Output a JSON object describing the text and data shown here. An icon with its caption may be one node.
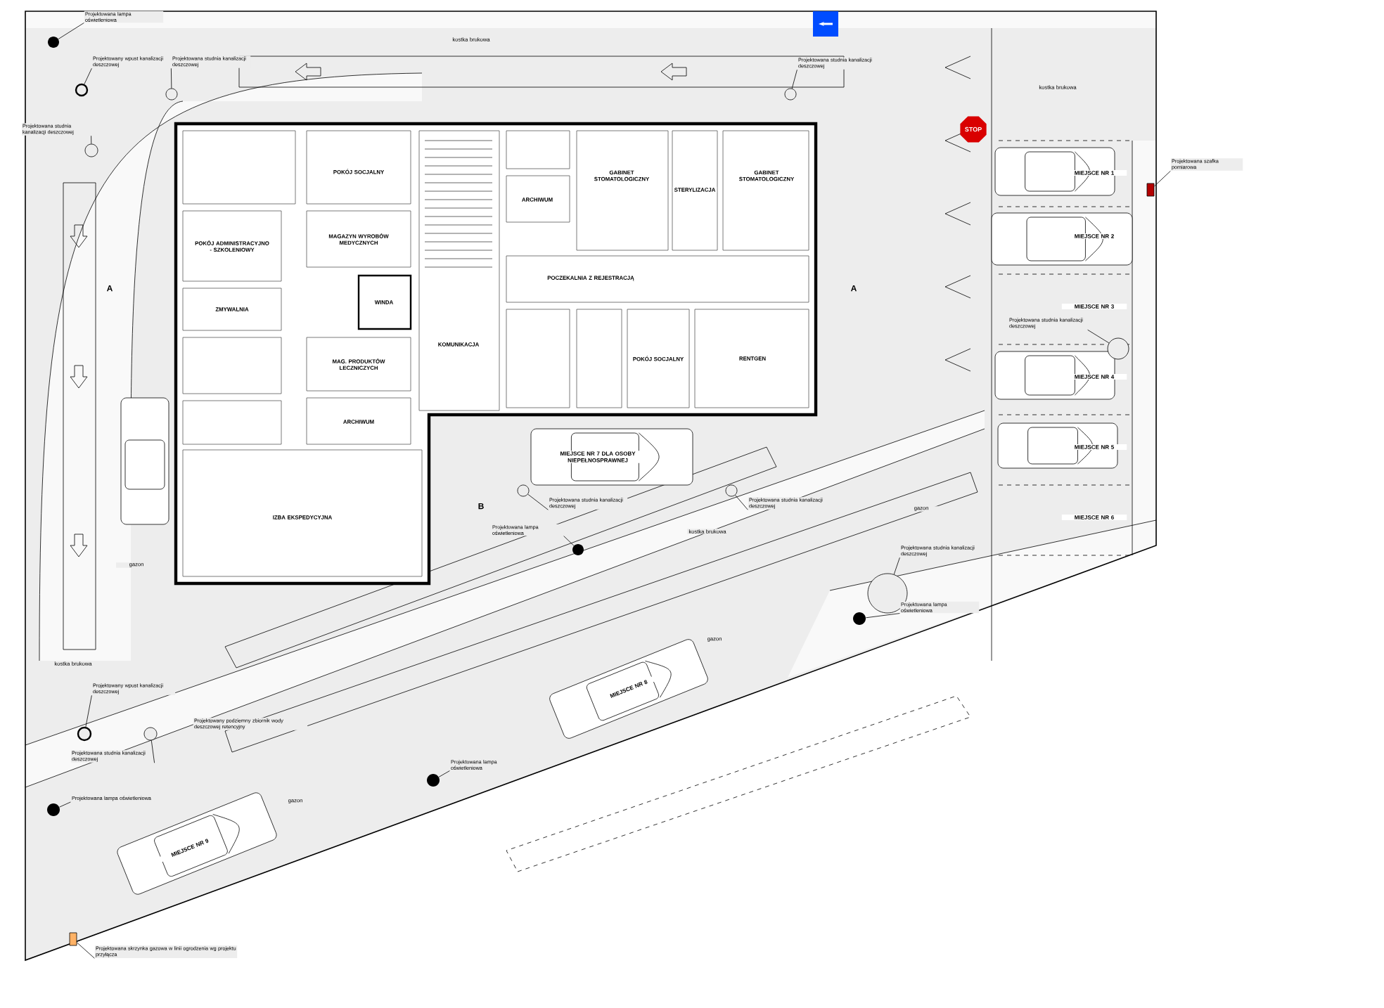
{
  "diagram": {
    "nodes": [
      {
        "text": [
          "POKÓJ SOCJALNY"
        ]
      },
      {
        "text": [
          "POKÓJ ADMINISTRACYJNO - SZKOLENIOWY"
        ]
      },
      {
        "text": [
          "MAGAZYN WYROBÓW MEDYCZNYCH"
        ]
      },
      {
        "text": [
          "ZMYWALNIA"
        ]
      },
      {
        "text": [
          "WINDA"
        ]
      },
      {
        "text": [
          "KOMUNIKACJA"
        ]
      },
      {
        "text": [
          "MAG. PRODUKTÓW LECZNICZYCH"
        ]
      },
      {
        "text": [
          "ARCHIWUM"
        ]
      },
      {
        "text": [
          "IZBA EKSPEDYCYJNA"
        ]
      },
      {
        "text": [
          "ARCHIWUM"
        ]
      },
      {
        "text": [
          "GABINET STOMATOLOGICZNY"
        ]
      },
      {
        "text": [
          "STERYLIZACJA"
        ]
      },
      {
        "text": [
          "GABINET STOMATOLOGICZNY"
        ]
      },
      {
        "text": [
          "POCZEKALNIA Z REJESTRACJĄ"
        ]
      },
      {
        "text": [
          "POKÓJ SOCJALNY"
        ]
      },
      {
        "text": [
          "RENTGEN"
        ]
      },
      {
        "text": [
          "MIEJSCE NR 1"
        ]
      },
      {
        "text": [
          "MIEJSCE NR 2"
        ]
      },
      {
        "text": [
          "MIEJSCE NR 3"
        ]
      },
      {
        "text": [
          "MIEJSCE NR 4"
        ]
      },
      {
        "text": [
          "MIEJSCE NR 5"
        ]
      },
      {
        "text": [
          "MIEJSCE NR 6"
        ]
      },
      {
        "text": [
          "MIEJSCE NR 7 DLA OSOBY NIEPEŁNOSPRAWNEJ"
        ]
      },
      {
        "text": [
          "MIEJSCE NR 8"
        ]
      },
      {
        "text": [
          "MIEJSCE NR 9"
        ]
      },
      {
        "text": [
          "STOP"
        ]
      },
      {
        "text": [
          "Projektowana lampa oświetleniowa"
        ]
      },
      {
        "text": [],
        "shape": "dot"
      },
      {
        "text": [
          "Projektowany wpust kanalizacji deszczowej"
        ]
      },
      {
        "text": [],
        "shape": "circle"
      },
      {
        "text": [
          "Projektowana studnia kanalizacji deszczowej"
        ]
      },
      {
        "text": [],
        "shape": "circle"
      },
      {
        "text": [
          "Projektowana studnia kanalizacji deszczowej"
        ]
      },
      {
        "text": [],
        "shape": "circle"
      },
      {
        "text": [
          "Projektowana studnia kanalizacji deszczowej"
        ]
      },
      {
        "text": [],
        "shape": "circle"
      },
      {
        "text": [
          "Projektowana szafka pomiarowa"
        ]
      },
      {
        "text": [],
        "shape": "box"
      },
      {
        "text": [
          "Projektowana studnia kanalizacji deszczowej"
        ]
      },
      {
        "text": [],
        "shape": "circle"
      },
      {
        "text": [
          "Projektowana studnia kanalizacji deszczowej"
        ]
      },
      {
        "text": [],
        "shape": "circle"
      },
      {
        "text": [
          "Projektowana studnia kanalizacji deszczowej"
        ]
      },
      {
        "text": [],
        "shape": "circle"
      },
      {
        "text": [
          "Projektowana lampa oświetleniowa"
        ]
      },
      {
        "text": [],
        "shape": "dot"
      },
      {
        "text": [
          "Projektowany wpust kanalizacji deszczowej"
        ]
      },
      {
        "text": [],
        "shape": "circle"
      },
      {
        "text": [
          "Projektowana studnia kanalizacji deszczowej"
        ]
      },
      {
        "text": [],
        "shape": "circle"
      },
      {
        "text": [
          "Projektowana lampa oświetleniowa"
        ]
      },
      {
        "text": [],
        "shape": "dot"
      },
      {
        "text": [
          "Projektowana lampa oświetleniowa"
        ]
      },
      {
        "text": [],
        "shape": "dot"
      },
      {
        "text": [
          "Projektowana studnia kanalizacji deszczowej"
        ]
      },
      {
        "text": [],
        "shape": "circle"
      },
      {
        "text": [
          "Projektowana lampa oświetleniowa"
        ]
      },
      {
        "text": [],
        "shape": "dot"
      },
      {
        "text": [
          "Projektowana skrzynka gazowa w linii ogrodzenia wg projektu przyłącza"
        ]
      },
      {
        "text": [],
        "shape": "box"
      }
    ],
    "edges": [
      {
        "from": 26,
        "to": 27,
        "arrow": "none"
      },
      {
        "from": 28,
        "to": 29,
        "arrow": "none"
      },
      {
        "from": 30,
        "to": 31,
        "arrow": "none"
      },
      {
        "from": 32,
        "to": 33,
        "arrow": "none"
      },
      {
        "from": 34,
        "to": 35,
        "arrow": "none"
      },
      {
        "from": 36,
        "to": 37,
        "arrow": "none"
      },
      {
        "from": 38,
        "to": 39,
        "arrow": "none"
      },
      {
        "from": 40,
        "to": 41,
        "arrow": "none"
      },
      {
        "from": 42,
        "to": 43,
        "arrow": "none"
      },
      {
        "from": 44,
        "to": 45,
        "arrow": "none"
      },
      {
        "from": 46,
        "to": 47,
        "arrow": "none"
      },
      {
        "from": 48,
        "to": 49,
        "arrow": "none"
      },
      {
        "from": 50,
        "to": 51,
        "arrow": "none"
      },
      {
        "from": 52,
        "to": 53,
        "arrow": "none"
      },
      {
        "from": 54,
        "to": 55,
        "arrow": "none"
      },
      {
        "from": 56,
        "to": 57,
        "arrow": "none"
      },
      {
        "from": 58,
        "to": 59,
        "arrow": "none"
      }
    ],
    "labels": [
      "kostka brukowa",
      "kostka brukowa",
      "kostka brukowa",
      "kostka brukowa",
      "gazon",
      "gazon",
      "gazon",
      "gazon",
      "Projektowany podziemny zbiornik wody deszczowej retencyjny",
      "A",
      "A",
      "B"
    ]
  }
}
